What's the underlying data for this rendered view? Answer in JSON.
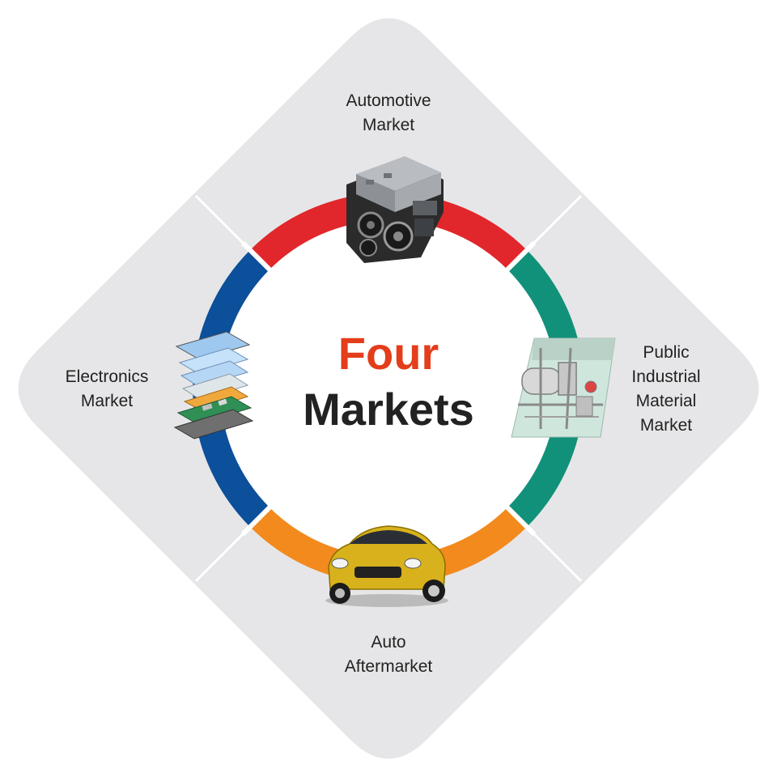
{
  "center": {
    "line1": "Four",
    "line2": "Markets"
  },
  "colors": {
    "background_diamond": "#e6e6e8",
    "divider": "#ffffff",
    "automotive_arc": "#e1272b",
    "industrial_arc": "#12917a",
    "aftermarket_arc": "#f28a1d",
    "electronics_arc": "#0c4f9b",
    "title_four": "#e43d1b",
    "title_markets": "#222222"
  },
  "markets": {
    "automotive": {
      "lines": [
        "Automotive",
        "Market"
      ],
      "icon": "engine-icon"
    },
    "industrial": {
      "lines": [
        "Public",
        "Industrial",
        "Material",
        "Market"
      ],
      "icon": "factory-icon"
    },
    "aftermarket": {
      "lines": [
        "Auto",
        "Aftermarket"
      ],
      "icon": "car-icon"
    },
    "electronics": {
      "lines": [
        "Electronics",
        "Market"
      ],
      "icon": "device-layers-icon"
    }
  }
}
